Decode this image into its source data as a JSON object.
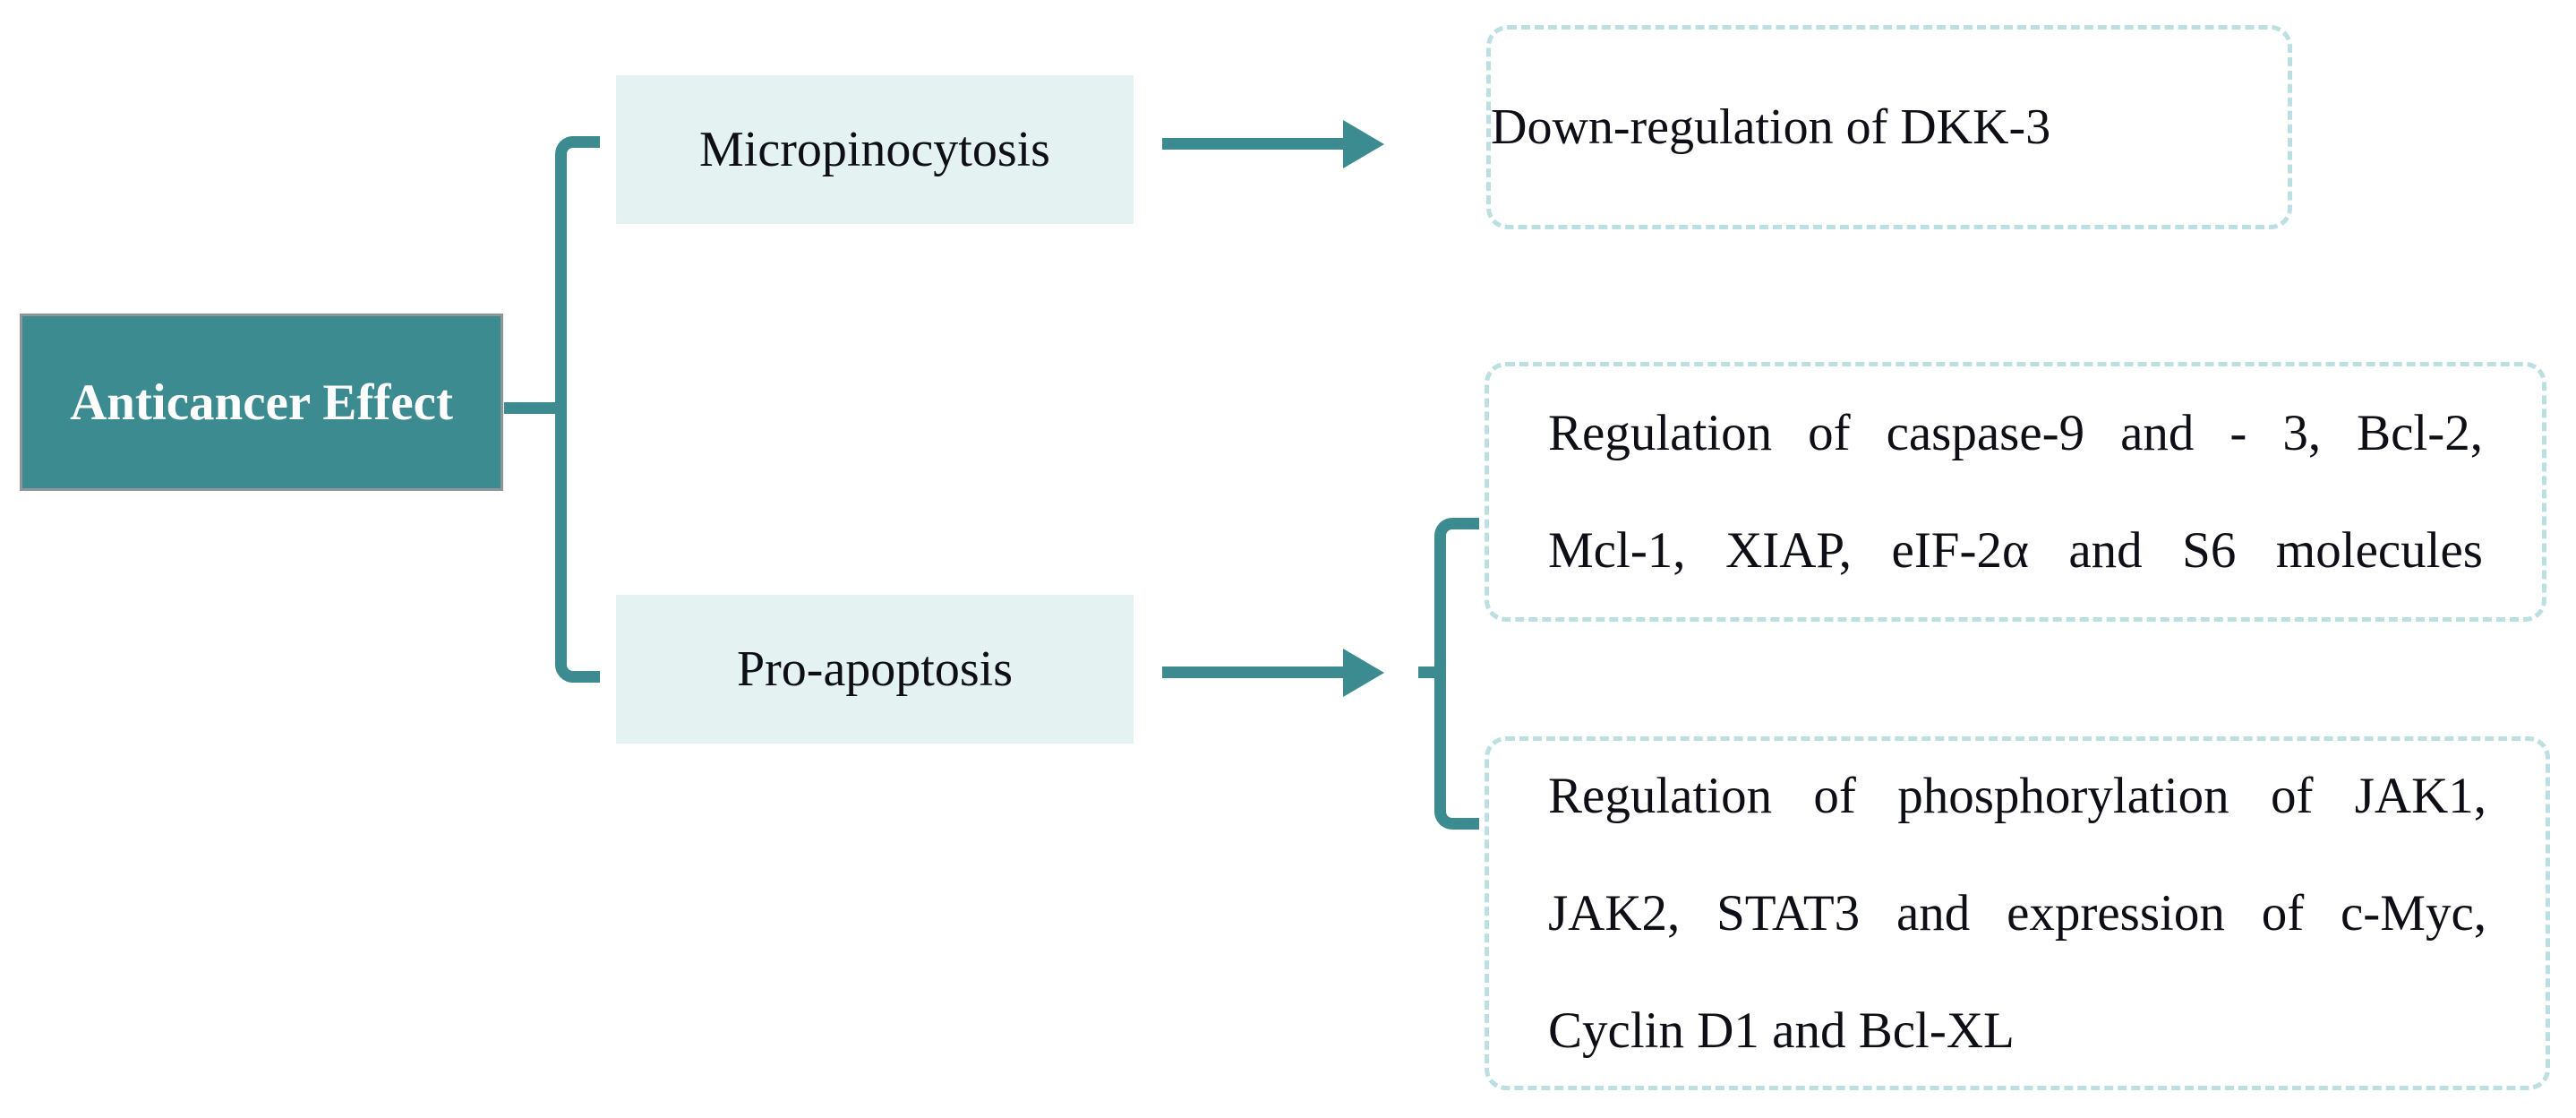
{
  "figure": {
    "root": {
      "label": "Anticancer Effect"
    },
    "branches": [
      {
        "label": "Micropinocytosis"
      },
      {
        "label": "Pro-apoptosis"
      }
    ],
    "outcomes": [
      {
        "lines": [
          "Down-regulation of DKK-3"
        ]
      },
      {
        "lines": [
          "Regulation of caspase-9 and - 3, Bcl-2,",
          "Mcl-1, XIAP, eIF-2α and S6 molecules"
        ]
      },
      {
        "lines": [
          "Regulation of phosphorylation of JAK1,",
          "JAK2, STAT3 and expression of c-Myc,",
          "Cyclin D1 and Bcl-XL"
        ]
      }
    ]
  },
  "colors": {
    "teal": "#3B8B91",
    "mint_fill": "#E4F2F1",
    "dashed_border": "#BCDFE2",
    "root_border": "#8F969A",
    "root_text": "#FFFFFF",
    "body_text": "#0E0E16"
  }
}
